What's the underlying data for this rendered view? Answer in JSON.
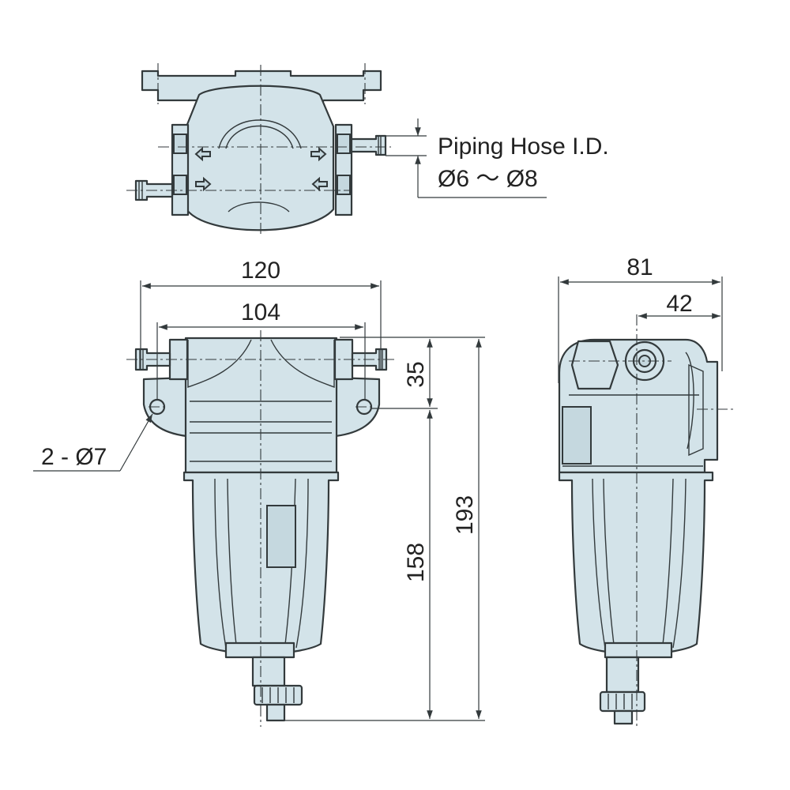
{
  "colors": {
    "body_fill": "#d3e3e9",
    "outline": "#333a3c",
    "text": "#222222"
  },
  "labels": {
    "hose_title": "Piping Hose I.D.",
    "hose_range": "Ø6 ～ Ø8",
    "hole_spec": "2 - Ø7"
  },
  "dimensions": {
    "overall_width": "120",
    "mount_width": "104",
    "head_height": "35",
    "bowl_height": "158",
    "overall_height": "193",
    "side_depth": "81",
    "side_offset": "42"
  }
}
